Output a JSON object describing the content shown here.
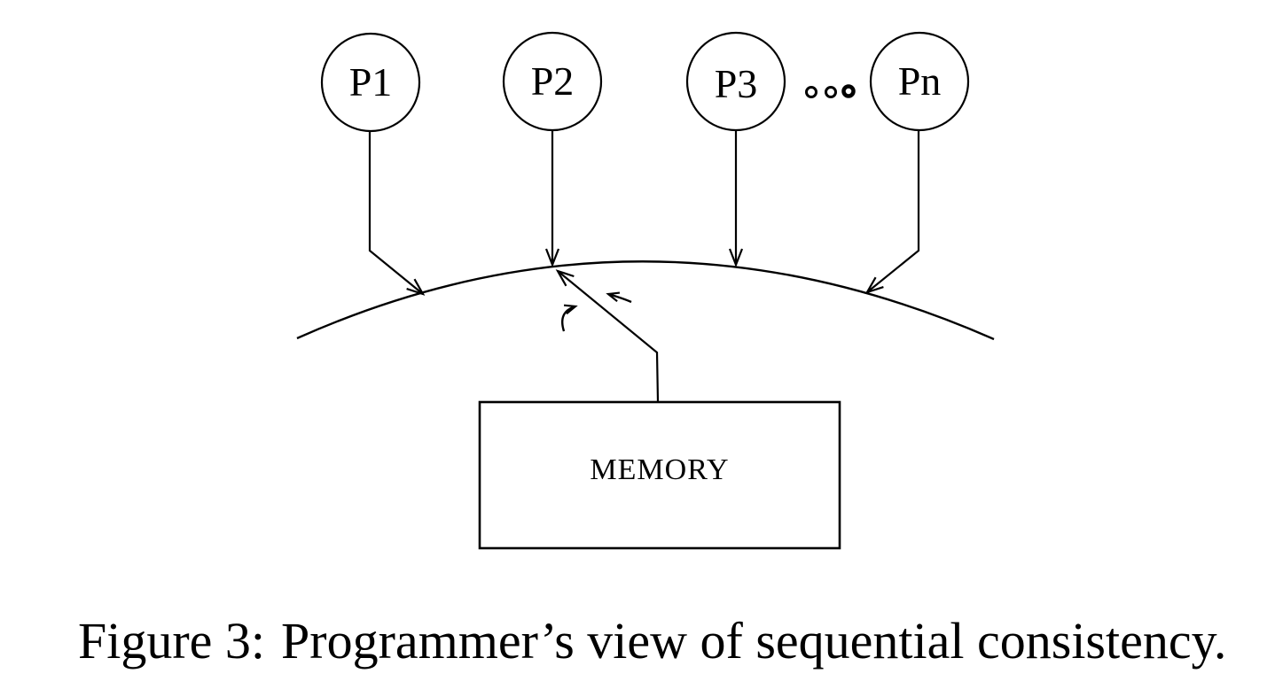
{
  "page": {
    "background_color": "#ffffff",
    "ink_color": "#000000"
  },
  "diagram": {
    "processors": [
      {
        "label": "P1"
      },
      {
        "label": "P2"
      },
      {
        "label": "P3"
      },
      {
        "label": "Pn"
      }
    ],
    "ellipsis_icon": "three-small-circles",
    "switch": {
      "description_icons": [
        "curved-rotation-arrow-left",
        "curved-rotation-arrow-right"
      ]
    },
    "memory": {
      "label": "MEMORY"
    }
  },
  "caption": {
    "label": "Figure 3:",
    "text": "Programmer’s view of sequential consistency."
  }
}
